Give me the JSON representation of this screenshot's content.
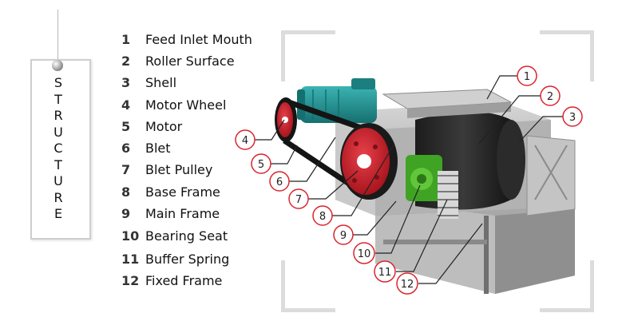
{
  "tag": {
    "letters": [
      "S",
      "T",
      "R",
      "U",
      "C",
      "T",
      "U",
      "R",
      "E"
    ]
  },
  "legend": [
    {
      "number": "1",
      "label": "Feed Inlet Mouth"
    },
    {
      "number": "2",
      "label": "Roller Surface"
    },
    {
      "number": "3",
      "label": "Shell"
    },
    {
      "number": "4",
      "label": "Motor Wheel"
    },
    {
      "number": "5",
      "label": "Motor"
    },
    {
      "number": "6",
      "label": "Blet"
    },
    {
      "number": "7",
      "label": "Blet Pulley"
    },
    {
      "number": "8",
      "label": "Base Frame"
    },
    {
      "number": "9",
      "label": "Main Frame"
    },
    {
      "number": "10",
      "label": "Bearing Seat"
    },
    {
      "number": "11",
      "label": "Buffer Spring"
    },
    {
      "number": "12",
      "label": "Fixed Frame"
    }
  ],
  "callouts": [
    "1",
    "2",
    "3",
    "4",
    "5",
    "6",
    "7",
    "8",
    "9",
    "10",
    "11",
    "12"
  ],
  "colors": {
    "accent_red": "#c8202a",
    "motor_teal": "#1e8c8c",
    "bearing_green": "#4caf2a",
    "machine_gray": "#b9b9b9"
  }
}
